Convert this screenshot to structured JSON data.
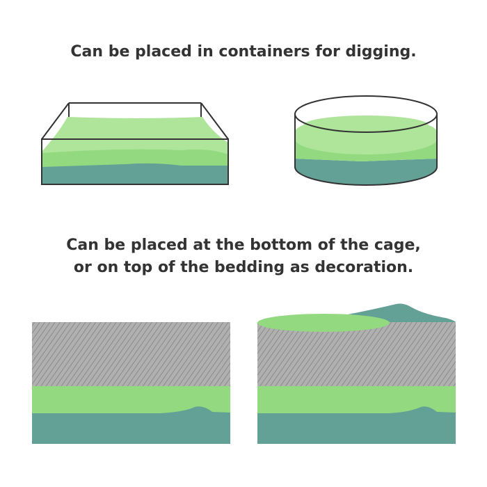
{
  "captions": {
    "top": "Can be placed in containers for digging.",
    "bottom_line1": "Can be placed at the bottom of the cage,",
    "bottom_line2": "or on top of the bedding as decoration."
  },
  "colors": {
    "light_green": "#aee59b",
    "mid_green": "#92d980",
    "teal": "#63a096",
    "bedding": "#a8a8a8",
    "outline": "#333333"
  }
}
